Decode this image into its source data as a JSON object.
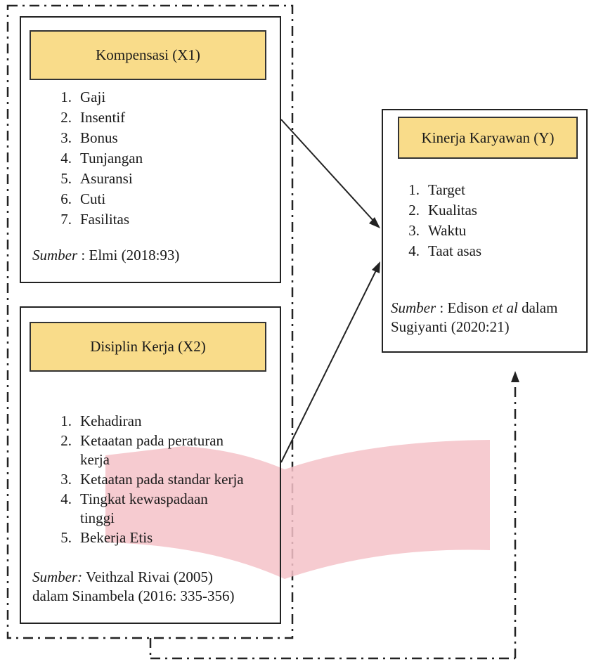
{
  "compensation": {
    "title": "Kompensasi (X1)",
    "items": [
      {
        "n": "1.",
        "t": "Gaji"
      },
      {
        "n": "2.",
        "t": "Insentif"
      },
      {
        "n": "3.",
        "t": "Bonus"
      },
      {
        "n": "4.",
        "t": "Tunjangan"
      },
      {
        "n": "5.",
        "t": "Asuransi"
      },
      {
        "n": "6.",
        "t": "Cuti"
      },
      {
        "n": "7.",
        "t": "Fasilitas"
      }
    ],
    "source_label": "Sumber",
    "source_text": " : Elmi (2018:93)"
  },
  "discipline": {
    "title": "Disiplin Kerja (X2)",
    "items": [
      {
        "n": "1.",
        "t": "Kehadiran"
      },
      {
        "n": "2.",
        "t": "Ketaatan pada peraturan kerja"
      },
      {
        "n": "3.",
        "t": "Ketaatan pada standar kerja"
      },
      {
        "n": "4.",
        "t": "Tingkat kewaspadaan tinggi"
      },
      {
        "n": "5.",
        "t": "Bekerja Etis"
      }
    ],
    "source_label": "Sumber:",
    "source_line1": " Veithzal Rivai (2005)",
    "source_line2": "dalam Sinambela (2016: 335-356)"
  },
  "performance": {
    "title": "Kinerja Karyawan (Y)",
    "items": [
      {
        "n": "1.",
        "t": "Target"
      },
      {
        "n": "2.",
        "t": "Kualitas"
      },
      {
        "n": "3.",
        "t": "Waktu"
      },
      {
        "n": "4.",
        "t": "Taat asas"
      }
    ],
    "source_label": "Sumber",
    "source_mid": " : Edison ",
    "source_etal": "et al",
    "source_rest": " dalam",
    "source_line2": "Sugiyanti (2020:21)"
  },
  "colors": {
    "title_fill": "#f9dc8a",
    "border": "#222222",
    "watermark": "#f4c2c8"
  }
}
